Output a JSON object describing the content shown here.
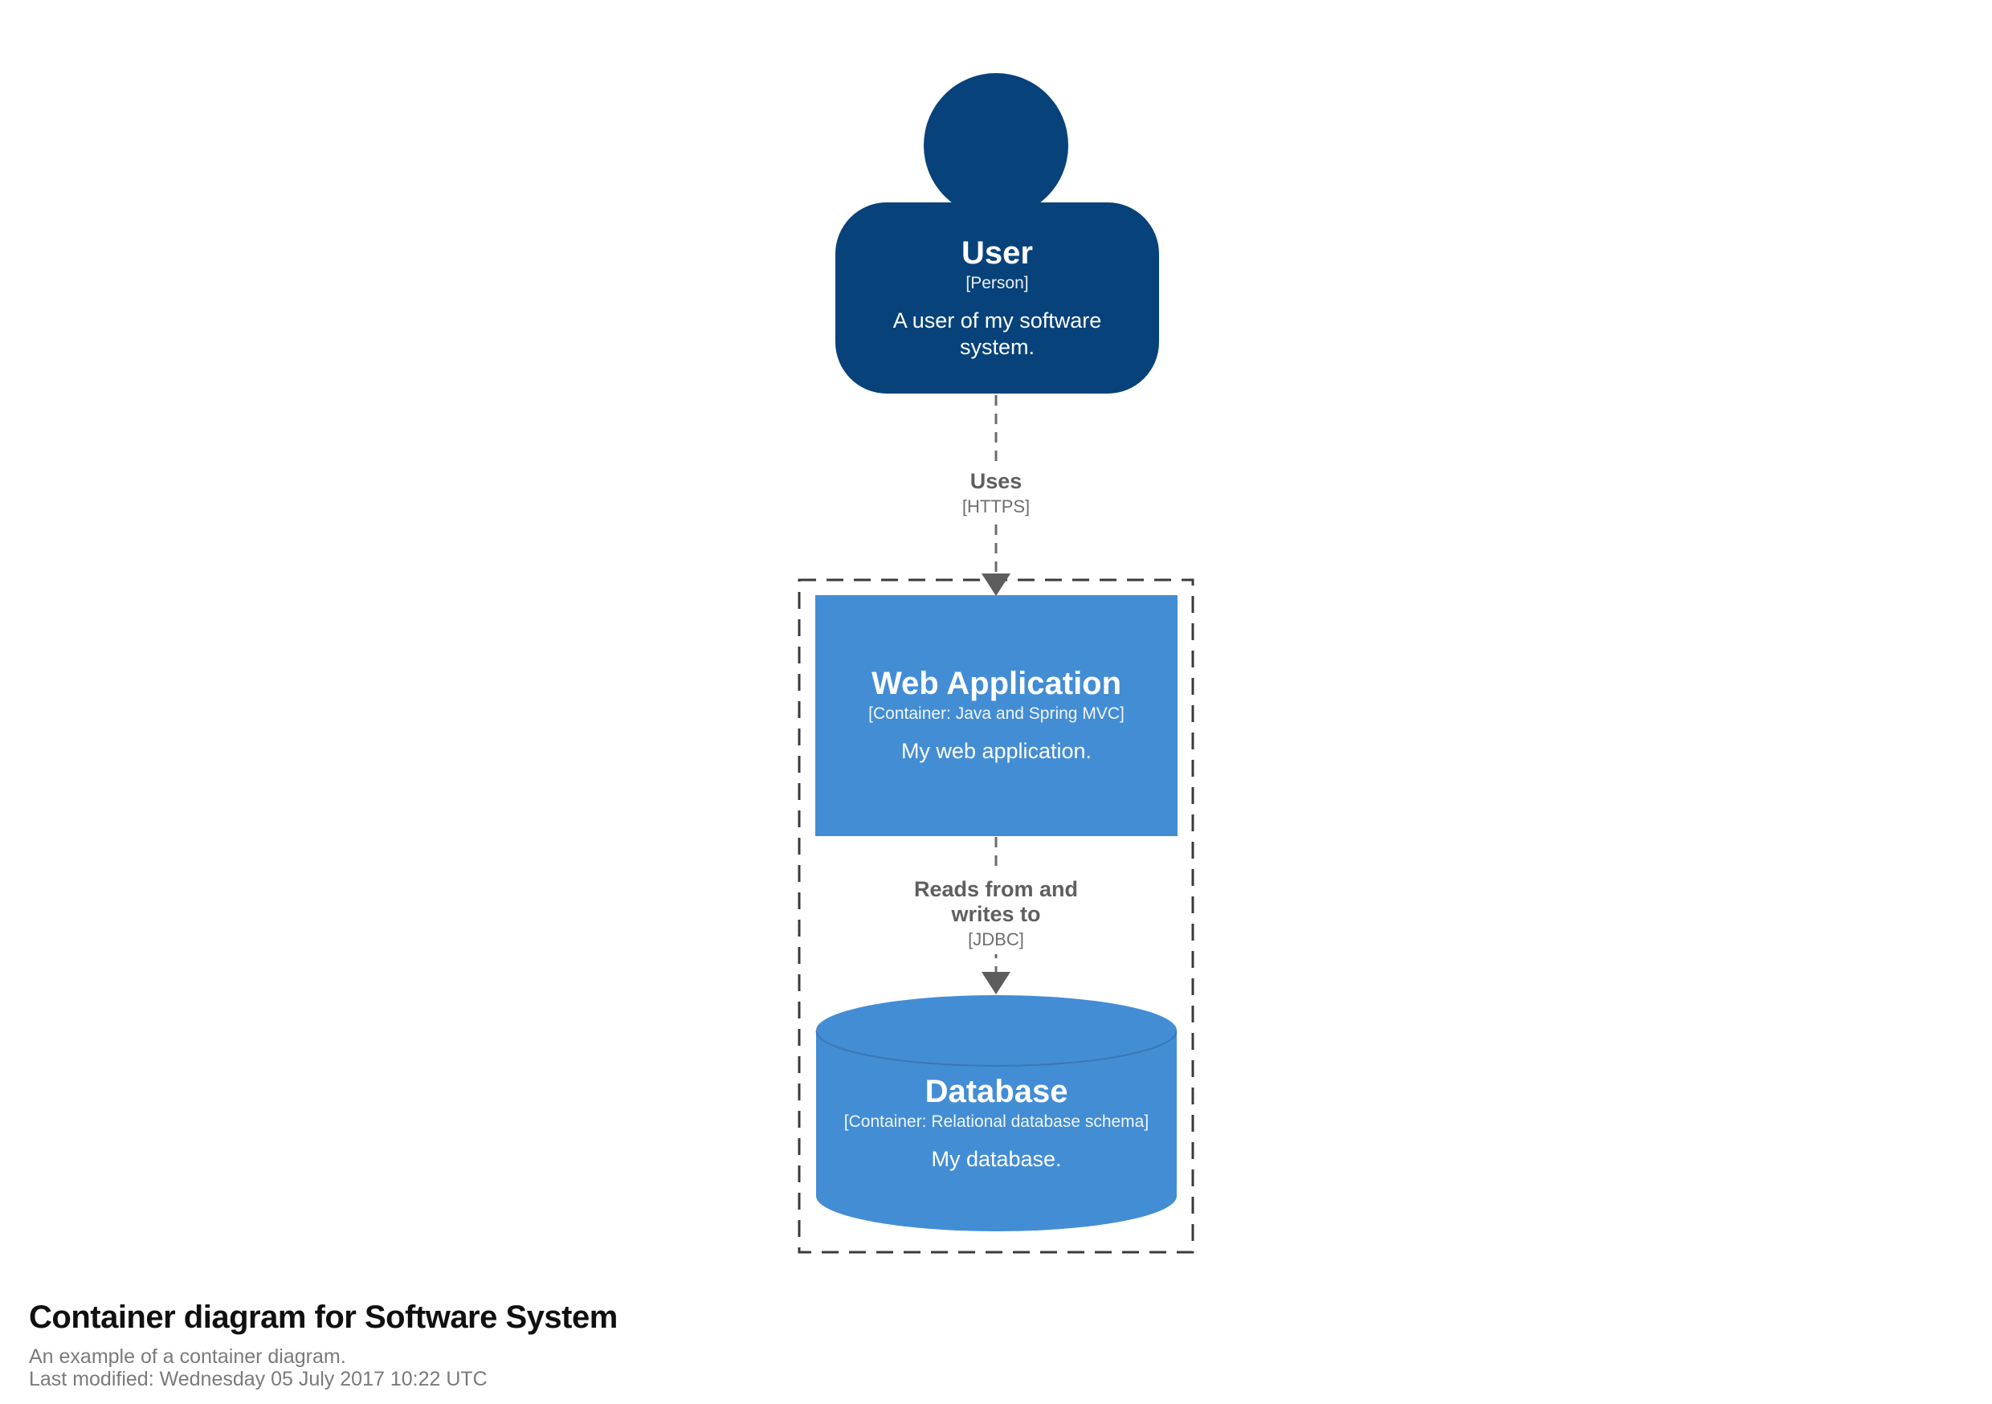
{
  "person": {
    "name": "User",
    "meta": "[Person]",
    "description": "A user of my software system."
  },
  "relationships": {
    "uses": {
      "label": "Uses",
      "technology": "[HTTPS]"
    },
    "reads_writes": {
      "label": "Reads from and writes to",
      "technology": "[JDBC]"
    }
  },
  "containers": {
    "web_app": {
      "name": "Web Application",
      "meta": "[Container: Java and Spring MVC]",
      "description": "My web application."
    },
    "database": {
      "name": "Database",
      "meta": "[Container: Relational database schema]",
      "description": "My database."
    }
  },
  "footer": {
    "title": "Container diagram for Software System",
    "subtitle": "An example of a container diagram.",
    "last_modified": "Last modified: Wednesday 05 July 2017 10:22 UTC"
  },
  "colors": {
    "person_fill": "#08427b",
    "container_fill": "#438dd5",
    "relationship": "#6b6b6b",
    "arrowhead": "#5d5d5d",
    "boundary": "#3a3a3a",
    "title_text": "#101010",
    "subtitle_text": "#7a7a7a"
  }
}
